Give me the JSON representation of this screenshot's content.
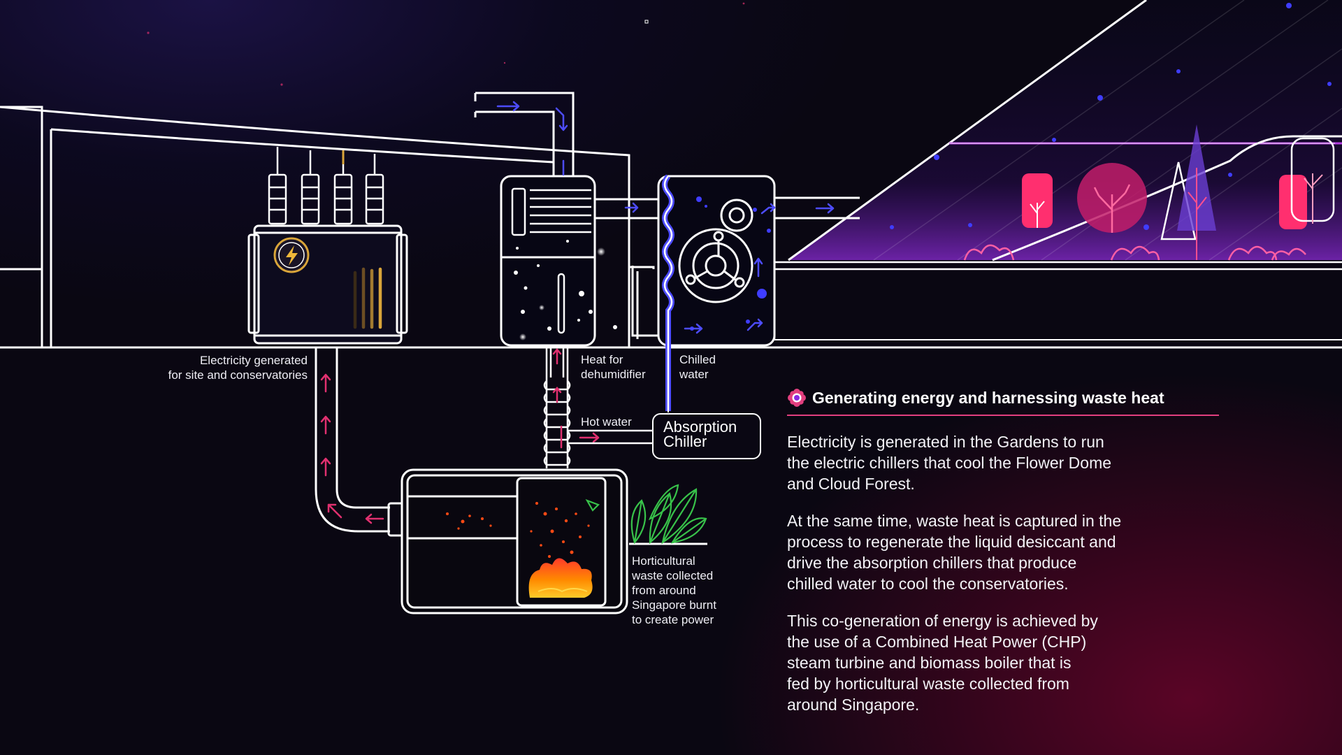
{
  "diagram": {
    "labels": {
      "electricity": "Electricity generated\nfor site and conservatories",
      "heat_dehumidifier": "Heat for\ndehumidifier",
      "chilled_water": "Chilled\nwater",
      "hot_water": "Hot water",
      "absorption_chiller": "Absorption\nChiller",
      "horticultural_waste": "Horticultural\nwaste collected\nfrom around\nSingapore burnt\nto create power"
    },
    "colors": {
      "outline": "#ffffff",
      "hot_arrow": "#e0306f",
      "chilled_water": "#4d4cff",
      "fire": "#ff8a00",
      "leaves": "#38c24a",
      "transformer_accent": "#d9a53a",
      "greenhouse": "#9b3bd8"
    },
    "icons": {
      "transformer_symbol": "lightning-icon",
      "panel_marker": "flower-icon"
    }
  },
  "info": {
    "title": "Generating energy and harnessing waste heat",
    "paragraphs": [
      "Electricity is generated in the Gardens to run\nthe electric chillers that cool the Flower Dome\nand Cloud Forest.",
      "At the same time, waste heat is captured in the\nprocess to regenerate the liquid desiccant and\ndrive the absorption chillers that produce\nchilled water to cool the conservatories.",
      "This co-generation of energy is achieved by\nthe use of a Combined Heat Power (CHP)\nsteam turbine and biomass boiler that is\nfed by horticultural waste collected from\naround Singapore."
    ]
  }
}
